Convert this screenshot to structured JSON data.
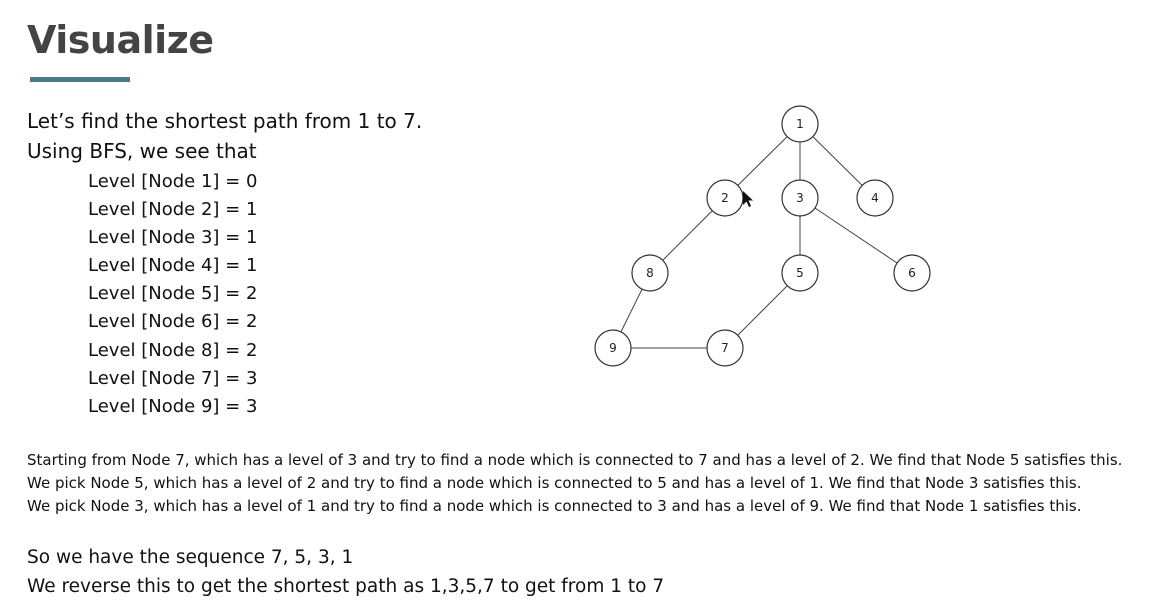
{
  "slide": {
    "title": "Visualize",
    "intro": [
      "Let’s find the shortest path from 1 to 7.",
      "Using BFS, we see that"
    ],
    "levels": [
      "Level [Node 1] = 0",
      "Level [Node 2] = 1",
      "Level [Node 3] = 1",
      "Level [Node 4] = 1",
      "Level [Node 5] = 2",
      "Level [Node 6] = 2",
      "Level [Node 8] = 2",
      "Level [Node 7] = 3",
      "Level [Node 9] = 3"
    ],
    "explanation": [
      "Starting from Node 7, which has a level of 3 and try to find a node which is connected to 7 and has a level of 2. We find that Node 5 satisfies this.",
      "We pick Node 5, which has a level of 2 and try to find a node which is connected to 5 and has a level of 1. We find that Node 3 satisfies this.",
      "We pick Node 3, which has a level of 1 and try to find a node which is connected to 3 and has a level of 9. We find that Node 1 satisfies this."
    ],
    "conclusion": [
      "So we have the sequence 7, 5, 3, 1",
      "We reverse this to get the shortest path as 1,3,5,7 to get from 1 to 7"
    ]
  },
  "graph": {
    "nodes": [
      "1",
      "2",
      "3",
      "4",
      "5",
      "6",
      "7",
      "8",
      "9"
    ],
    "edges": [
      [
        "1",
        "2"
      ],
      [
        "1",
        "3"
      ],
      [
        "1",
        "4"
      ],
      [
        "2",
        "8"
      ],
      [
        "3",
        "5"
      ],
      [
        "3",
        "6"
      ],
      [
        "8",
        "9"
      ],
      [
        "9",
        "7"
      ],
      [
        "7",
        "5"
      ]
    ]
  }
}
